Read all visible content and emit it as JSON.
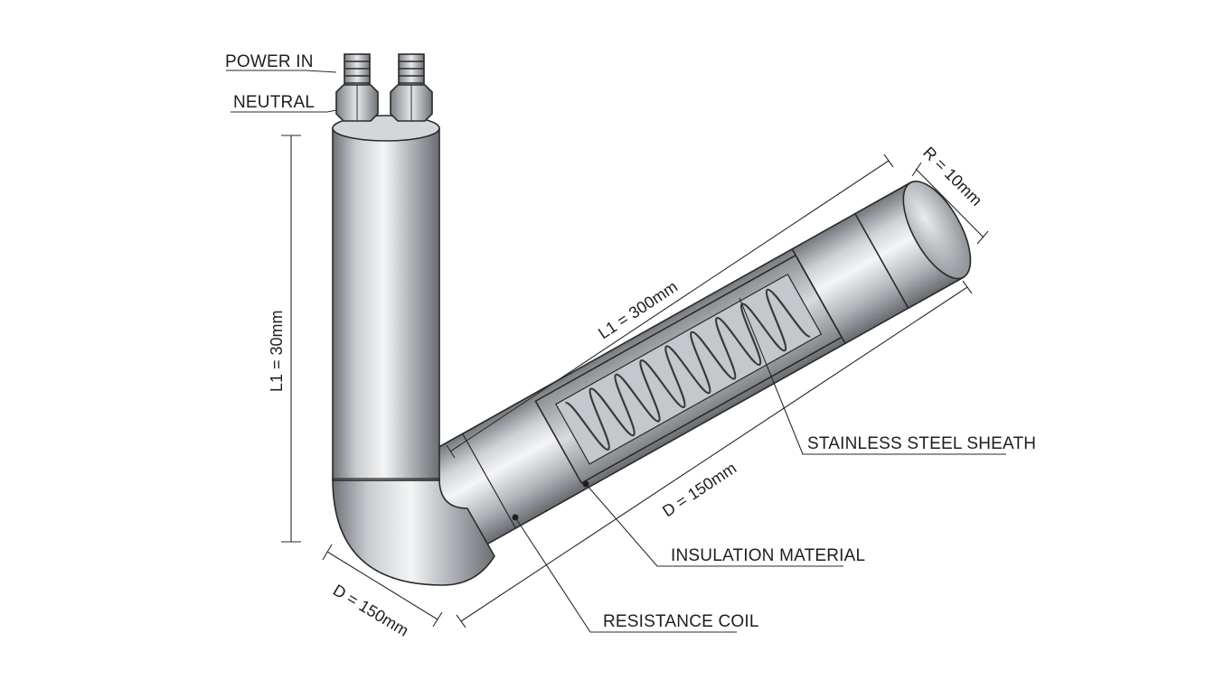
{
  "labels": {
    "power_in": "POWER IN",
    "neutral": "NEUTRAL",
    "stainless_steel_sheath": "STAINLESS STEEL SHEATH",
    "insulation_material": "INSULATION MATERIAL",
    "resistance_coil": "RESISTANCE COIL"
  },
  "dimensions": {
    "vertical_length": "L1 = 30mm",
    "horizontal_length": "L1 = 300mm",
    "end_radius": "R = 10mm",
    "bend_diameter": "D = 150mm",
    "pipe_diameter": "D = 150mm"
  },
  "colors": {
    "line": "#2a2a2a",
    "steel_light": "#f3f4f5",
    "steel_mid": "#b9bcc0",
    "steel_dark": "#6f7378",
    "background": "#ffffff"
  }
}
